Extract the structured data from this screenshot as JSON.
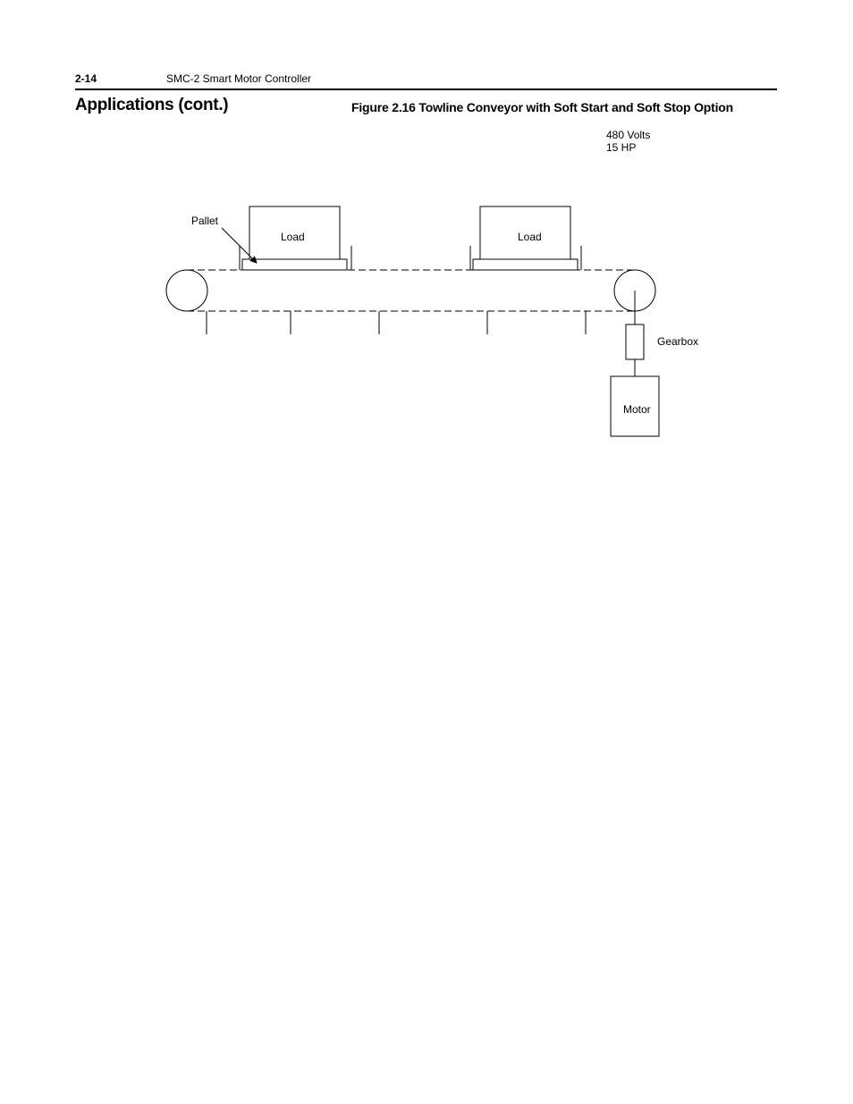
{
  "header": {
    "page_number": "2-14",
    "running_title": "SMC-2 Smart Motor Controller"
  },
  "section": {
    "heading": "Applications (cont.)"
  },
  "figure": {
    "caption": "Figure 2.16 Towline Conveyor with Soft Start and Soft Stop Option",
    "rating_line1": "480 Volts",
    "rating_line2": "15 HP",
    "labels": {
      "pallet": "Pallet",
      "load_left": "Load",
      "load_right": "Load",
      "gearbox": "Gearbox",
      "motor": "Motor"
    }
  }
}
